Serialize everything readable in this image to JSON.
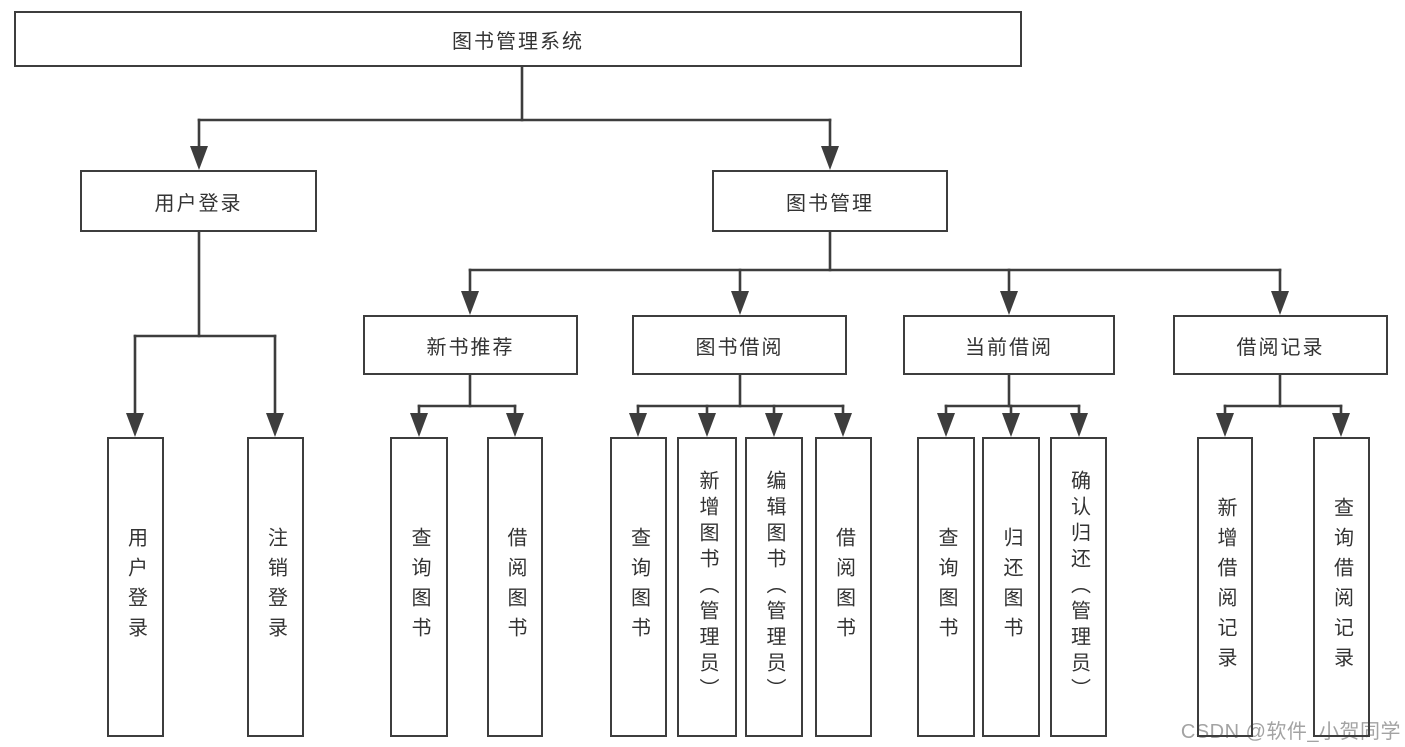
{
  "tree": {
    "label": "图书管理系统",
    "children": [
      {
        "label": "用户登录",
        "children": [
          {
            "label": "用户登录"
          },
          {
            "label": "注销登录"
          }
        ]
      },
      {
        "label": "图书管理",
        "children": [
          {
            "label": "新书推荐",
            "children": [
              {
                "label": "查询图书"
              },
              {
                "label": "借阅图书"
              }
            ]
          },
          {
            "label": "图书借阅",
            "children": [
              {
                "label": "查询图书"
              },
              {
                "label": "新增图书（管理员）"
              },
              {
                "label": "编辑图书（管理员）"
              },
              {
                "label": "借阅图书"
              }
            ]
          },
          {
            "label": "当前借阅",
            "children": [
              {
                "label": "查询图书"
              },
              {
                "label": "归还图书"
              },
              {
                "label": "确认归还（管理员）"
              }
            ]
          },
          {
            "label": "借阅记录",
            "children": [
              {
                "label": "新增借阅记录"
              },
              {
                "label": "查询借阅记录"
              }
            ]
          }
        ]
      }
    ]
  },
  "watermark": {
    "text": "CSDN @软件_小贺同学"
  },
  "colors": {
    "background": "#ffffff",
    "line": "#3d3d3d",
    "box_border": "#3d3d3d",
    "box_fill": "#ffffff",
    "text": "#333333",
    "watermark": "#a3a3a3"
  }
}
